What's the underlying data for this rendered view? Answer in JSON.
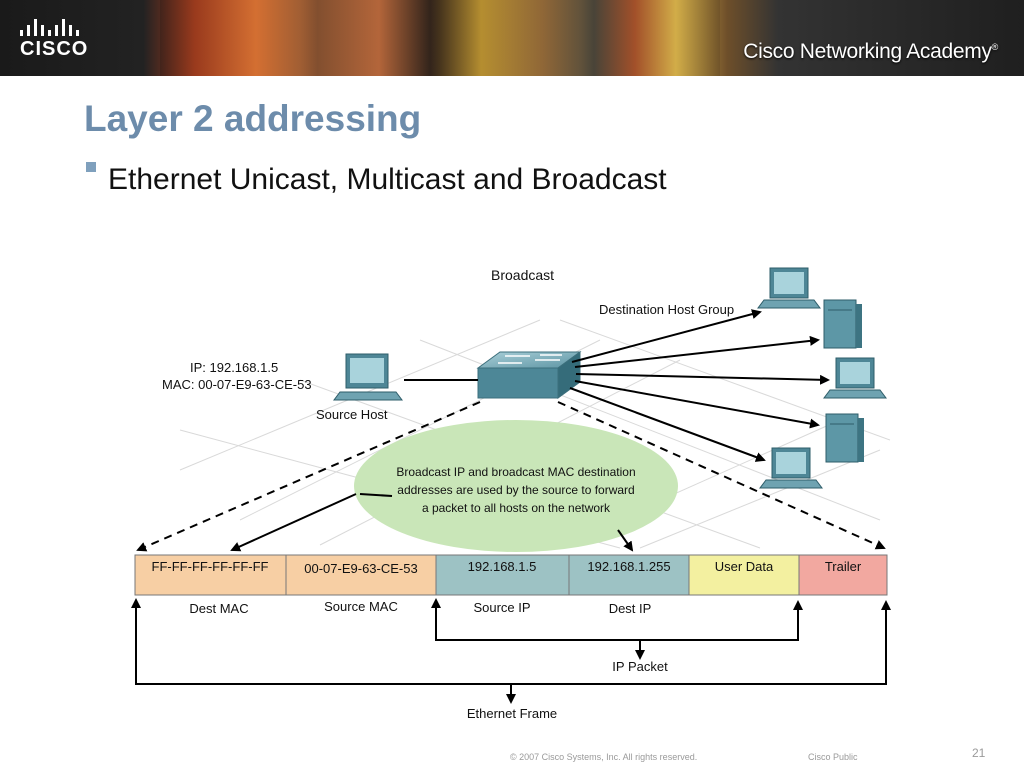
{
  "header": {
    "brand": "CISCO",
    "academy": "Cisco Networking Academy",
    "academy_mark": "®"
  },
  "slide": {
    "title": "Layer 2 addressing",
    "bullet": "Ethernet Unicast, Multicast and Broadcast"
  },
  "diagram": {
    "heading": "Broadcast",
    "dest_group_label": "Destination Host Group",
    "source_ip": "IP: 192.168.1.5",
    "source_mac": "MAC: 00-07-E9-63-CE-53",
    "source_host_label": "Source Host",
    "callout": [
      "Broadcast IP and broadcast MAC destination",
      "addresses are used by the source to forward",
      "a packet to all hosts on the network"
    ],
    "frame_fields": [
      {
        "value": "FF-FF-FF-FF-FF-FF",
        "label": "Dest MAC",
        "color": "#f7cfa4"
      },
      {
        "value": "00-07-E9-63-CE-53",
        "label": "Source MAC",
        "color": "#f7cfa4"
      },
      {
        "value": "192.168.1.5",
        "label": "Source IP",
        "color": "#9dc2c4"
      },
      {
        "value": "192.168.1.255",
        "label": "Dest IP",
        "color": "#9dc2c4"
      },
      {
        "value": "User Data",
        "label": "",
        "color": "#f3f0a0"
      },
      {
        "value": "Trailer",
        "label": "",
        "color": "#f2a8a0"
      }
    ],
    "ip_packet_label": "IP Packet",
    "ethernet_frame_label": "Ethernet Frame"
  },
  "footer": {
    "copyright": "© 2007 Cisco Systems, Inc. All rights reserved.",
    "classification": "Cisco Public",
    "page": "21"
  }
}
